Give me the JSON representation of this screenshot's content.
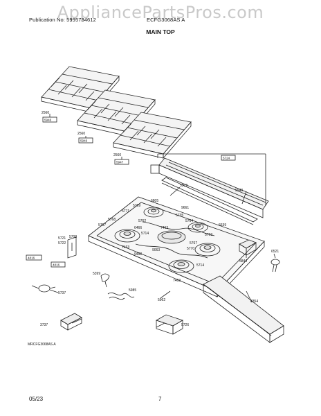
{
  "watermark": "AppliancePartsPros.com",
  "header": {
    "publication": "Publication No: 5995734612",
    "model": "ECFG3068AS A"
  },
  "title": "MAIN TOP",
  "footer": {
    "date": "05/23",
    "page": "7"
  },
  "diagram_code": "MRCFG3068AS A",
  "parts": {
    "p1": "2560",
    "p2": "2560",
    "p3": "2560",
    "b1": "5946",
    "b2": "5946",
    "b3": "5947",
    "p4": "5724",
    "p5": "5940",
    "p6": "5902",
    "p7": "6805",
    "p8": "5769",
    "p9": "5771",
    "p10": "9661",
    "p11": "5767",
    "p12": "5768",
    "p13": "5735",
    "p14": "6639",
    "p15": "5762",
    "p16": "5764",
    "p17": "7463",
    "p18": "6466",
    "p19": "5763",
    "p20": "5767",
    "p21": "5714",
    "p22": "6521",
    "p23": "5844",
    "p24": "5770",
    "p25": "9063",
    "p26": "7463",
    "p27": "9462",
    "p28": "7463",
    "p29": "5714",
    "p30": "5721",
    "p31": "5722",
    "p32": "5708",
    "b4": "4816",
    "b5": "4816",
    "p33": "5737",
    "p34": "5399",
    "p35": "5985",
    "p36": "3737",
    "p37": "5726",
    "p38": "5962",
    "p39": "8354"
  }
}
